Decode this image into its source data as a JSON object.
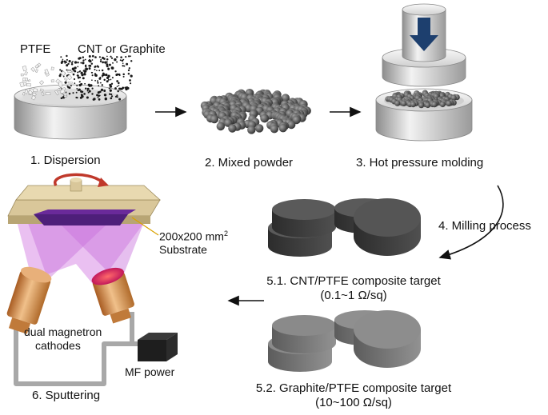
{
  "labels": {
    "ptfe": "PTFE",
    "cnt_or_graphite": "CNT or Graphite",
    "step1": "1. Dispersion",
    "step2": "2. Mixed powder",
    "step3": "3. Hot pressure molding",
    "step4": "4. Milling process",
    "substrate_size": "200x200 mm",
    "substrate_size_sup": "2",
    "substrate": "Substrate",
    "step51_line1": "5.1. CNT/PTFE composite target",
    "step51_line2": "(0.1~1 Ω/sq)",
    "step52_line1": "5.2. Graphite/PTFE composite target",
    "step52_line2": "(10~100 Ω/sq)",
    "dual_magnetron_line1": "dual magnetron",
    "dual_magnetron_line2": "cathodes",
    "mf_power": "MF power",
    "step6": "6. Sputtering"
  },
  "colors": {
    "cylinder_light": "#e6e6e6",
    "cylinder_dark": "#9a9a9a",
    "ball": "#555555",
    "press_arrow": "#1d3f6e",
    "target_dark": "#3a3a3a",
    "target_gray": "#7a7a7a",
    "plasma": "#d98ce6",
    "substrate": "#6a2a9a",
    "holder": "#d9c79a",
    "rotation": "#c0392b",
    "copper": "#d08a4a"
  }
}
